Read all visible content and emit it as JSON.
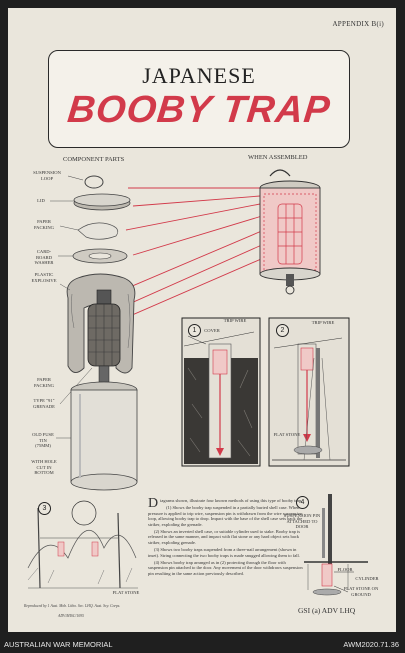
{
  "appendix": "APPENDIX B(i)",
  "title": {
    "line1": "JAPANESE",
    "line2": "BOOBY TRAP"
  },
  "sections": {
    "components": "COMPONENT PARTS",
    "assembled": "WHEN ASSEMBLED"
  },
  "part_labels": {
    "suspension_loop": "SUSPENSION LOOP",
    "lid": "LID",
    "paper_packing": "PAPER PACKING",
    "card_board_washer": "CARD-BOARD WASHER",
    "plastic_explosive": "PLASTIC EXPLOSIVE",
    "paper_packing_2": "PAPER PACKING",
    "grenade": "TYPE \"91\" GRENADE",
    "old_fuse_tin": "OLD FUSE TIN (75mm)",
    "hole": "WITH HOLE CUT IN BOTTOM"
  },
  "diagrams": {
    "d1": {
      "number": "1",
      "trip_wire": "TRIP WIRE",
      "cover": "COVER"
    },
    "d2": {
      "number": "2",
      "trip_wire": "TRIP WIRE",
      "flat_stone": "FLAT STONE"
    },
    "d3": {
      "number": "3",
      "flat_stone": "FLAT STONE"
    },
    "d4": {
      "number": "4",
      "suspension": "SUSPENSION PIN ATTACHED TO DOOR",
      "floor": "FLOOR",
      "cylinder": "CYLINDER",
      "flat_stone": "FLAT STONE ON GROUND"
    }
  },
  "body_text": {
    "dropcap": "D",
    "p0": "iagrams shown, illustrate four known methods of using this type of booby trap.",
    "p1": "(1) Shows the booby trap suspended in a partially buried shell case. When pressure is applied to trip wire, suspension pin is withdrawn from the wire suspension loop, allowing booby trap to drop. Impact with the base of the shell case sets back the striker, exploding the grenade.",
    "p2": "(2) Shows an inverted shell case, or suitable cylinder used to stake. Booby trap is released in the same manner, and impact with flat stone or any hard object sets back striker, exploding grenade.",
    "p3": "(3) Shows two booby traps suspended from a three-nail arrangement (shown in inset). String connecting the two booby traps is made snugged allowing them to fall.",
    "p4": "(4) Shows booby trap arranged as in (2) protecting through the floor with suspension pin attached to the door. Any movement of the door withdraws suspension pin resulting in the same action previously described."
  },
  "gsi": "GSI (a) ADV LHQ",
  "reproduced": "Reproduced by 1 Aust. Mob. Litho. Sec. LHQ. Aust. Svy. Corps.",
  "code": "ADV/MISC/1095",
  "footer": {
    "left": "AUSTRALIAN WAR MEMORIAL",
    "right": "AWM2020.71.36"
  },
  "colors": {
    "red": "#d23a4a",
    "paper": "#eae6dc",
    "ink": "#2a2a2a"
  }
}
